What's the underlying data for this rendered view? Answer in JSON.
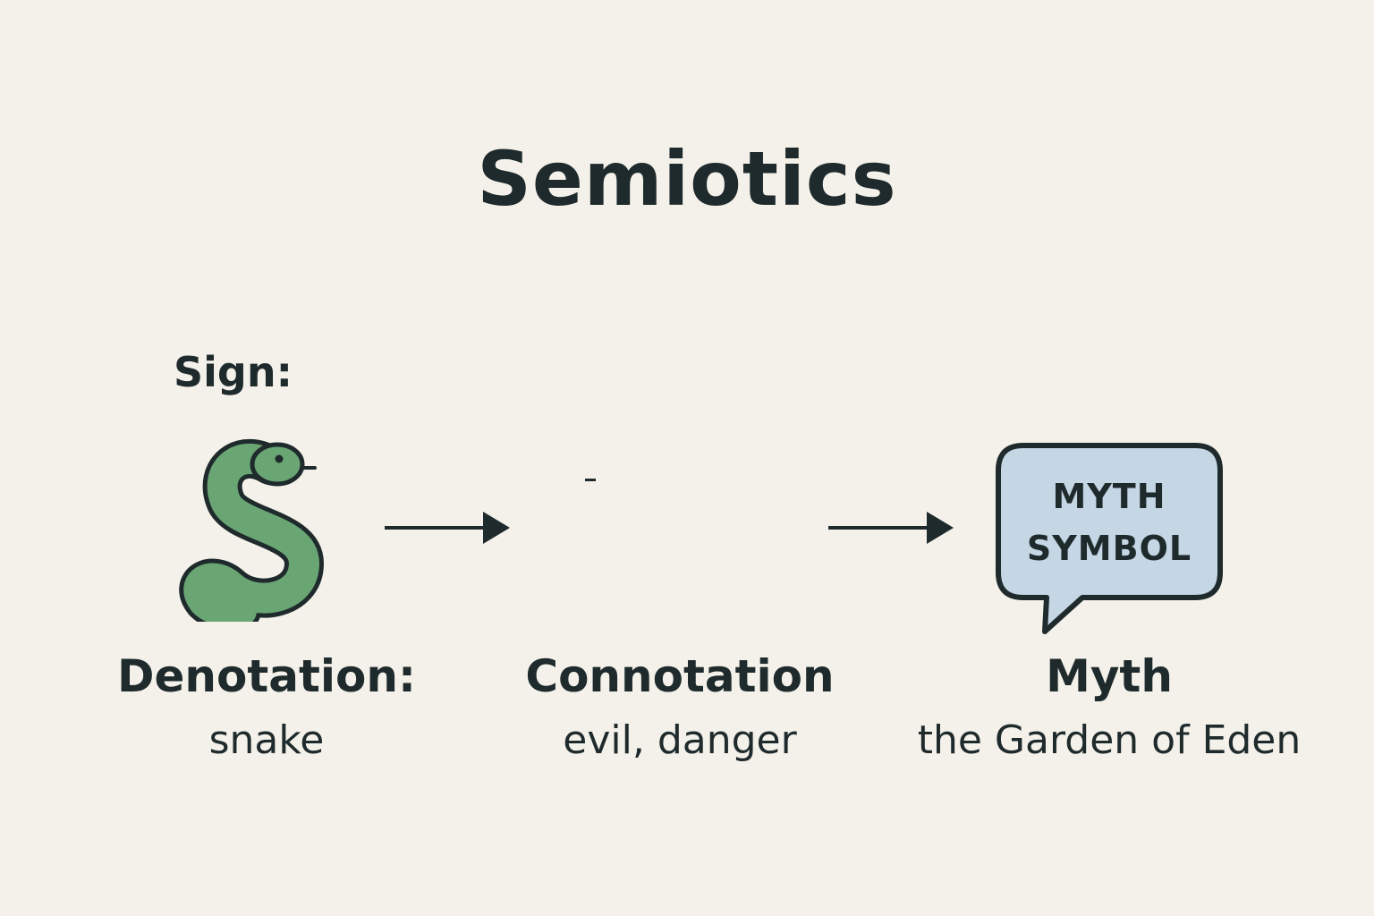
{
  "title": "Semiotics",
  "sign_label": "Sign:",
  "bubble_lines": [
    "MYTH",
    "SYMBOL"
  ],
  "columns": [
    {
      "heading": "Denotation:",
      "text": "snake"
    },
    {
      "heading": "Connotation",
      "text": "evil, danger"
    },
    {
      "heading": "Myth",
      "text": "the Garden of Eden"
    }
  ],
  "icons": {
    "sign": "snake-icon",
    "arrows": "arrow-right-icon",
    "myth": "speech-bubble-icon"
  },
  "colors": {
    "background": "#f4f1ea",
    "text": "#1f2a2c",
    "snake_fill": "#6aa574",
    "bubble_fill": "#c5d6e4"
  }
}
